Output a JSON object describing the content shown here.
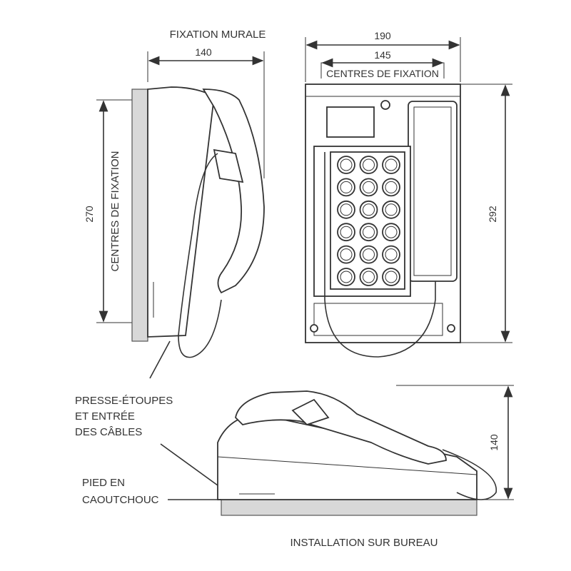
{
  "wall_view": {
    "title": "FIXATION MURALE",
    "width_dim": "140",
    "height_dim": "270",
    "centres_label": "CENTRES DE FIXATION"
  },
  "front_view": {
    "width_dim": "190",
    "centres_width_dim": "145",
    "centres_label": "CENTRES DE FIXATION",
    "height_dim": "292",
    "keypad_rows": 6,
    "keypad_cols": 3
  },
  "desk_view": {
    "height_dim": "140",
    "caption": "INSTALLATION SUR BUREAU"
  },
  "callouts": {
    "glands_line1": "PRESSE-ÉTOUPES",
    "glands_line2": "ET ENTRÉE",
    "glands_line3": "DES CÂBLES",
    "foot_line1": "PIED EN",
    "foot_line2": "CAOUTCHOUC"
  }
}
